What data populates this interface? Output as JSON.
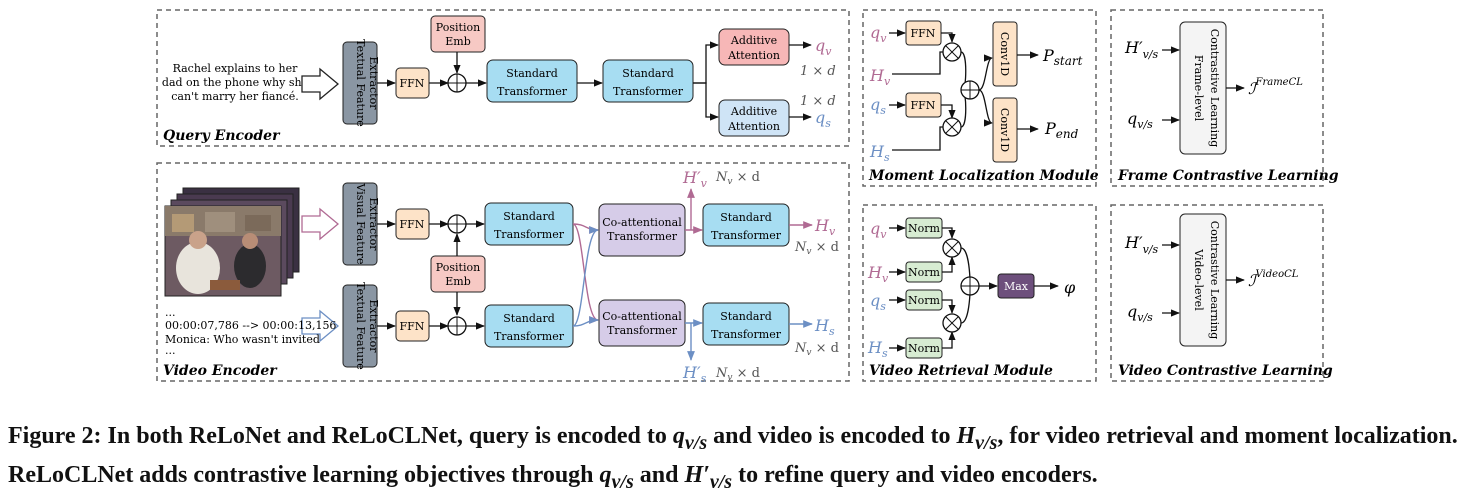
{
  "query_encoder": {
    "title": "Query Encoder",
    "input_text": [
      "Rachel explains to her",
      "dad on the phone why she",
      "can't marry her fiancé."
    ],
    "extractor": [
      "Textual Feature",
      "Extractor"
    ],
    "ffn": "FFN",
    "position_emb": [
      "Position",
      "Emb"
    ],
    "transformer": [
      "Standard",
      "Transformer"
    ],
    "attention": [
      "Additive",
      "Attention"
    ],
    "out_top": "q",
    "out_top_sub": "v",
    "out_bottom": "q",
    "out_bottom_sub": "s",
    "dim": "1 × d"
  },
  "video_encoder": {
    "title": "Video Encoder",
    "subtitle_lines": [
      "...",
      "00:00:07,786 --> 00:00:13,156",
      "Monica: Who wasn't invited",
      "..."
    ],
    "visual_extractor": [
      "Visual Feature",
      "Extractor"
    ],
    "textual_extractor": [
      "Textual Feature",
      "Extractor"
    ],
    "ffn": "FFN",
    "position_emb": [
      "Position",
      "Emb"
    ],
    "transformer": [
      "Standard",
      "Transformer"
    ],
    "coattention": [
      "Co-attentional",
      "Transformer"
    ],
    "h_v": "H",
    "h_v_sub": "v",
    "h_s": "H",
    "h_s_sub": "s",
    "hp_v": "H′",
    "hp_v_sub": "v",
    "hp_s": "H′",
    "hp_s_sub": "s",
    "dim_nv": "N",
    "dim_nv_sub": "v",
    "dim_nv_tail": " × d"
  },
  "moment_module": {
    "title": "Moment Localization Module",
    "ffn": "FFN",
    "conv": "Conv1D",
    "q_v": "q",
    "q_v_sub": "v",
    "q_s": "q",
    "q_s_sub": "s",
    "h_v": "H",
    "h_v_sub": "v",
    "h_s": "H",
    "h_s_sub": "s",
    "p_start": "P",
    "p_start_sub": "start",
    "p_end": "P",
    "p_end_sub": "end"
  },
  "retrieval_module": {
    "title": "Video Retrieval Module",
    "norm": "Norm",
    "max": "Max",
    "q_v": "q",
    "q_v_sub": "v",
    "h_v": "H",
    "h_v_sub": "v",
    "q_s": "q",
    "q_s_sub": "s",
    "h_s": "H",
    "h_s_sub": "s",
    "phi": "φ"
  },
  "frame_cl": {
    "title": "Frame Contrastive Learning",
    "box": [
      "Frame-level",
      "Contrastive Learning"
    ],
    "in_top": "H′",
    "in_top_sub": "v/s",
    "in_bottom": "q",
    "in_bottom_sub": "v/s",
    "out": "ℐ",
    "out_sup": "FrameCL"
  },
  "video_cl": {
    "title": "Video Contrastive Learning",
    "box": [
      "Video-level",
      "Contrastive Learning"
    ],
    "in_top": "H′",
    "in_top_sub": "v/s",
    "in_bottom": "q",
    "in_bottom_sub": "v/s",
    "out": "ℐ",
    "out_sup": "VideoCL"
  },
  "caption": {
    "text": "Figure 2: In both ReLoNet and ReLoCLNet, query is encoded to q_{v/s} and video is encoded to H_{v/s}, for video retrieval and moment localization. ReLoCLNet adds contrastive learning objectives through q_{v/s} and H′_{v/s} to refine query and video encoders.",
    "p1": "Figure 2: In both ReLoNet and ReLoCLNet, query is encoded to ",
    "p2": " and video is encoded to ",
    "p3": ", for video retrieval and moment localization. ReLoCLNet adds contrastive learning objectives through ",
    "p4": " and ",
    "p5": " to refine query and video encoders.",
    "q": "q",
    "h": "H",
    "hp": "H′",
    "sub": "v/s"
  },
  "colors": {
    "grey_box": "#8a96a3",
    "ffn": "#fde3c8",
    "pos_emb": "#f7c9c4",
    "transformer": "#a7ddf2",
    "attn_red": "#f7b7b7",
    "attn_blue": "#cfe4f6",
    "coattn": "#d6cce8",
    "norm": "#d7ecd2",
    "max": "#6d4f7c",
    "purple_line": "#b06a93",
    "blue_line": "#6c8fc4"
  }
}
